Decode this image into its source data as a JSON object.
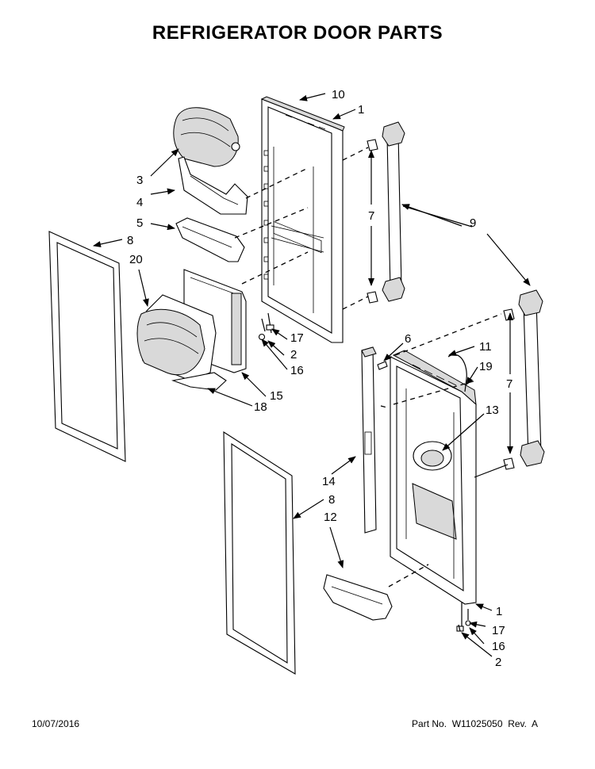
{
  "title": "REFRIGERATOR DOOR PARTS",
  "footer": {
    "date": "10/07/2016",
    "part_number": "Part No.  W11025050  Rev.  A"
  },
  "callouts": {
    "c10": "10",
    "c1_top": "1",
    "c3": "3",
    "c4": "4",
    "c5": "5",
    "c8_left": "8",
    "c20": "20",
    "c7_left": "7",
    "c9": "9",
    "c17_top": "17",
    "c2_top": "2",
    "c16_top": "16",
    "c15": "15",
    "c18": "18",
    "c6": "6",
    "c11": "11",
    "c19": "19",
    "c13": "13",
    "c7_right": "7",
    "c14": "14",
    "c8_mid": "8",
    "c12": "12",
    "c1_bot": "1",
    "c17_bot": "17",
    "c16_bot": "16",
    "c2_bot": "2"
  }
}
